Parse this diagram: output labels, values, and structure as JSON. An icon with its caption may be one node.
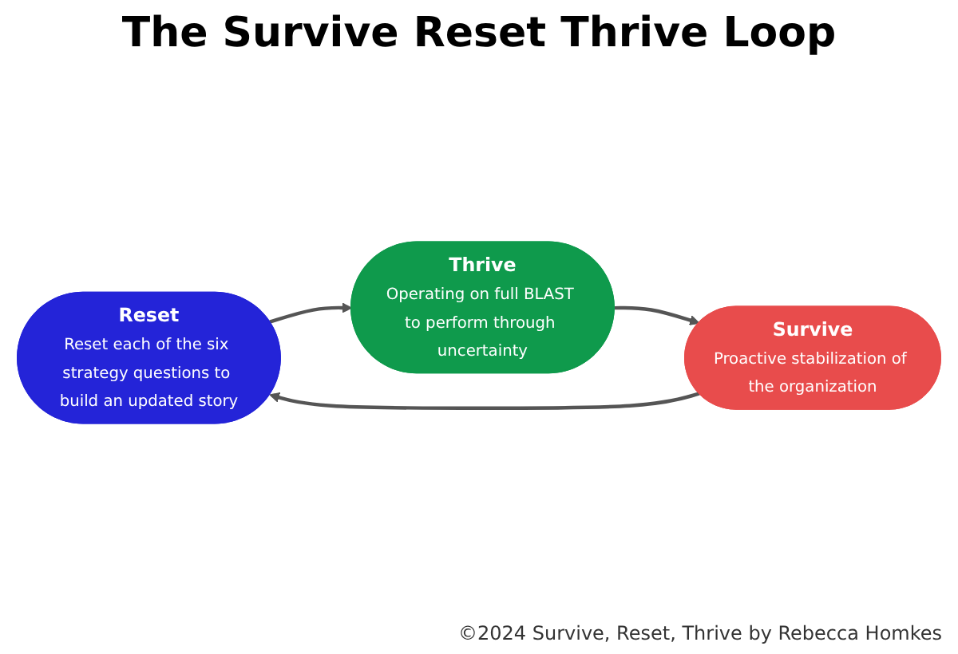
{
  "diagram": {
    "title": "The Survive Reset Thrive Loop",
    "nodes": [
      {
        "text": [
          "Reset",
          "Reset each of the six strategy questions to build an updated story"
        ]
      },
      {
        "text": [
          "Thrive",
          "Operating on full BLAST to perform through uncertainty"
        ]
      },
      {
        "text": [
          "Survive",
          "Proactive stabilization of the organization"
        ]
      }
    ],
    "edges": [
      {
        "from": 0,
        "to": 1,
        "arrow": "to"
      },
      {
        "from": 1,
        "to": 2,
        "arrow": "to"
      },
      {
        "from": 2,
        "to": 0,
        "arrow": "to"
      }
    ],
    "caption": "©2024 Survive, Reset, Thrive by Rebecca Homkes"
  }
}
